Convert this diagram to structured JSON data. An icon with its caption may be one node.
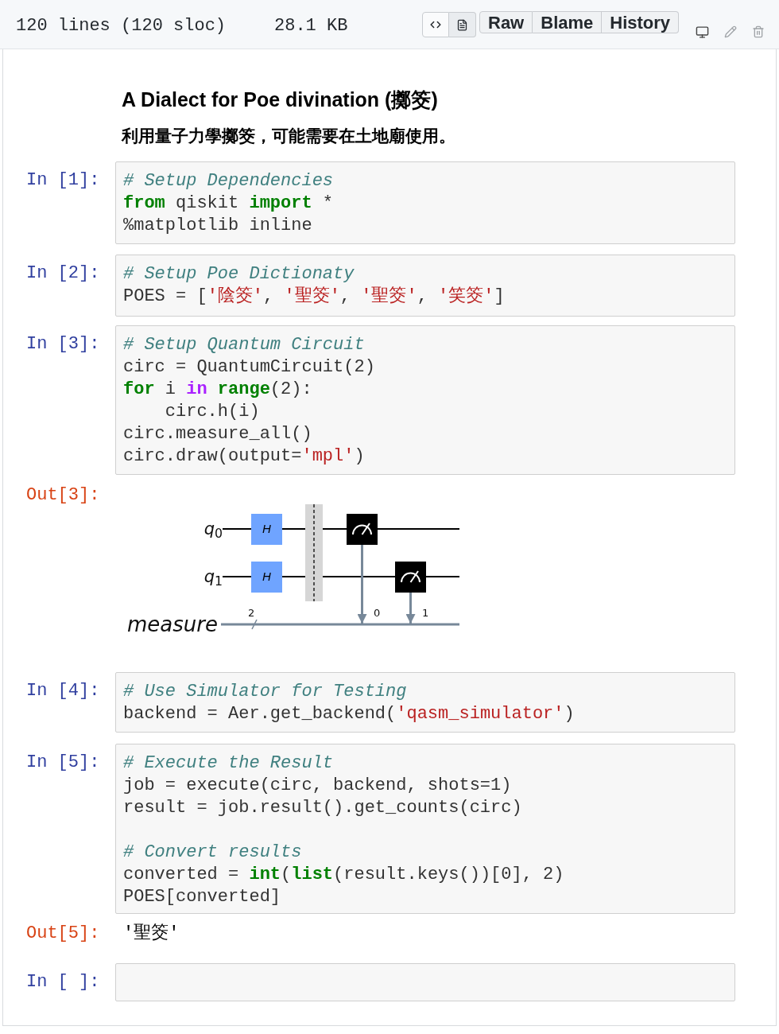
{
  "diagram": {
    "title": "A Dialect for Poe divination (擲筊)",
    "nodes": [
      {
        "text": [
          "q$_{0}$"
        ]
      },
      {
        "text": [
          "H"
        ]
      },
      {
        "text": [],
        "shape": "bar"
      },
      {
        "text": [],
        "shape": "box"
      },
      {
        "text": [
          "q$_{1}$"
        ]
      },
      {
        "text": [
          "H"
        ]
      },
      {
        "text": [],
        "shape": "box"
      },
      {
        "text": [
          "measure"
        ]
      }
    ],
    "edges": [
      {
        "from": 0,
        "to": 1,
        "arrow": "none"
      },
      {
        "from": 1,
        "to": 2,
        "arrow": "none"
      },
      {
        "from": 2,
        "to": 3,
        "arrow": "none"
      },
      {
        "from": 3,
        "to": null,
        "arrow": "none"
      },
      {
        "from": 4,
        "to": 5,
        "arrow": "none"
      },
      {
        "from": 5,
        "to": 2,
        "arrow": "none"
      },
      {
        "from": 2,
        "to": 6,
        "arrow": "none"
      },
      {
        "from": 6,
        "to": null,
        "arrow": "none"
      },
      {
        "from": 3,
        "to": null,
        "arrow": "to",
        "label": "0",
        "color": "#778899"
      },
      {
        "from": 6,
        "to": null,
        "arrow": "to",
        "label": "1",
        "color": "#778899"
      },
      {
        "from": 7,
        "to": null,
        "arrow": "none",
        "color": "#778899"
      }
    ],
    "labels": [
      "120 lines (120 sloc)",
      "28.1 KB",
      "Raw",
      "Blame",
      "History",
      "利用量子力學擲筊，可能需要在土地廟使用。",
      "In [1]:",
      "# Setup Dependencies",
      "**from** qiskit **import** *",
      "%matplotlib inline",
      "In [2]:",
      "# Setup Poe Dictionaty",
      "POES = ['陰筊', '聖筊', '聖筊', '笑筊']",
      "In [3]:",
      "# Setup Quantum Circuit",
      "circ = QuantumCircuit(2)",
      "**for** i *in* **range**(2):",
      "    circ.h(i)",
      "circ.measure_all()",
      "circ.draw(output='mpl')",
      "Out[3]:",
      "2",
      "In [4]:",
      "# Use Simulator for Testing",
      "backend = Aer.get_backend('qasm_simulator')",
      "In [5]:",
      "# Execute the Result",
      "job = execute(circ, backend, shots=1)",
      "result = job.result().get_counts(circ)",
      "# Convert results",
      "converted = **int**(**list**(result.keys())[0], 2)",
      "POES[converted]",
      "Out[5]:",
      "'聖筊'",
      "In [ ]:"
    ]
  }
}
